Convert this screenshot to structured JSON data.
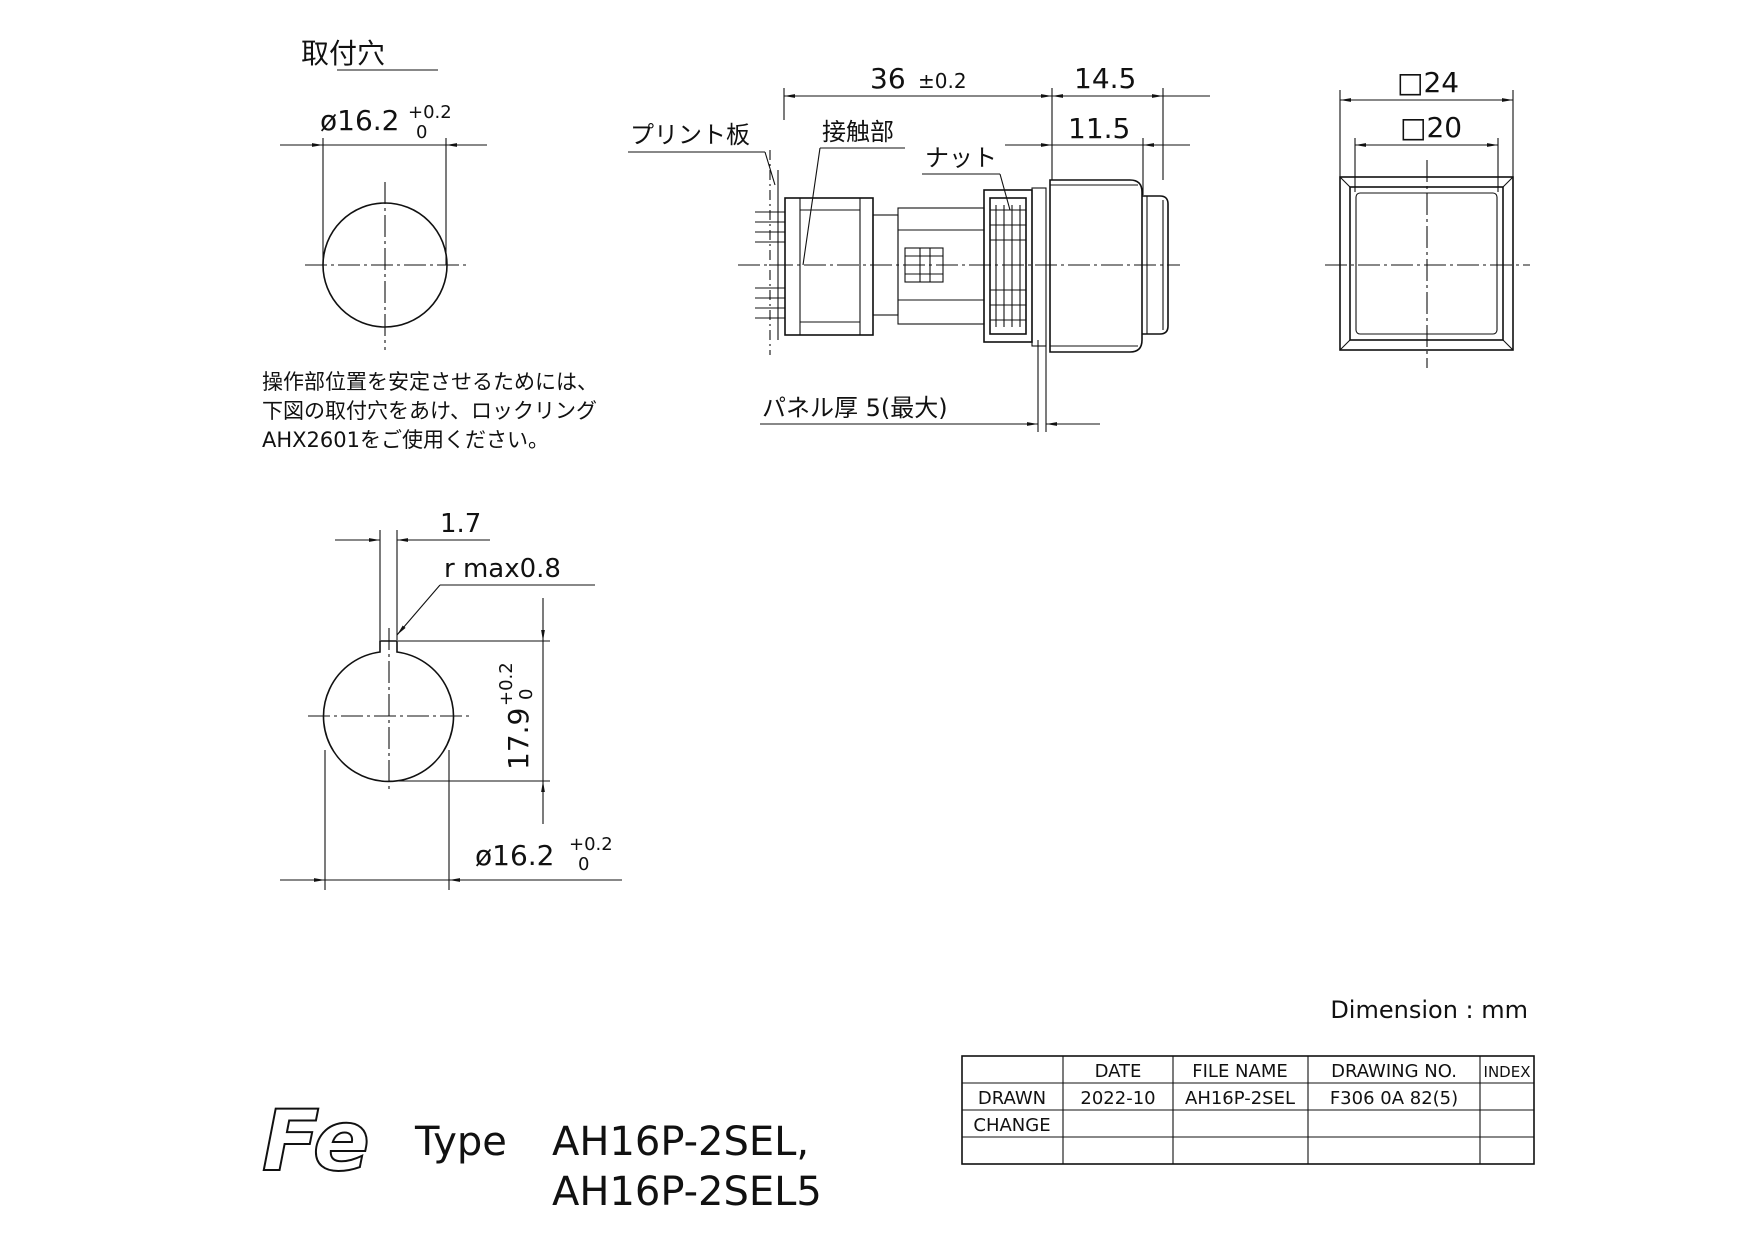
{
  "mounting_hole": {
    "title": "取付穴",
    "diameter": "ø16.2",
    "tol_upper": "+0.2",
    "tol_lower": "0"
  },
  "note": {
    "line1": "操作部位置を安定させるためには、",
    "line2": "下図の取付穴をあけ、ロックリング",
    "line3": "AHX2601をご使用ください。"
  },
  "keyed_hole": {
    "key_width": "1.7",
    "corner": "r max0.8",
    "height": "17.9",
    "height_tol_upper": "+0.2",
    "height_tol_lower": "0",
    "diameter": "ø16.2",
    "tol_upper": "+0.2",
    "tol_lower": "0"
  },
  "side_view": {
    "length": "36",
    "length_tol": "±0.2",
    "dim_14_5": "14.5",
    "dim_11_5": "11.5",
    "label_pcb": "プリント板",
    "label_contact": "接触部",
    "label_nut": "ナット",
    "label_panel": "パネル厚 5(最大)"
  },
  "front_view": {
    "outer": "□24",
    "inner": "□20"
  },
  "dimension_unit": "Dimension : mm",
  "title_block": {
    "headers": [
      "",
      "DATE",
      "FILE NAME",
      "DRAWING NO.",
      "INDEX"
    ],
    "rows": [
      [
        "DRAWN",
        "2022-10",
        "AH16P-2SEL",
        "F306 0A 82(5)",
        ""
      ],
      [
        "CHANGE",
        "",
        "",
        "",
        ""
      ],
      [
        "",
        "",
        "",
        "",
        ""
      ]
    ]
  },
  "type_label": {
    "prefix": "Type",
    "line1": "AH16P-2SEL,",
    "line2": "AH16P-2SEL5"
  },
  "logo": {
    "text": "Fe"
  }
}
